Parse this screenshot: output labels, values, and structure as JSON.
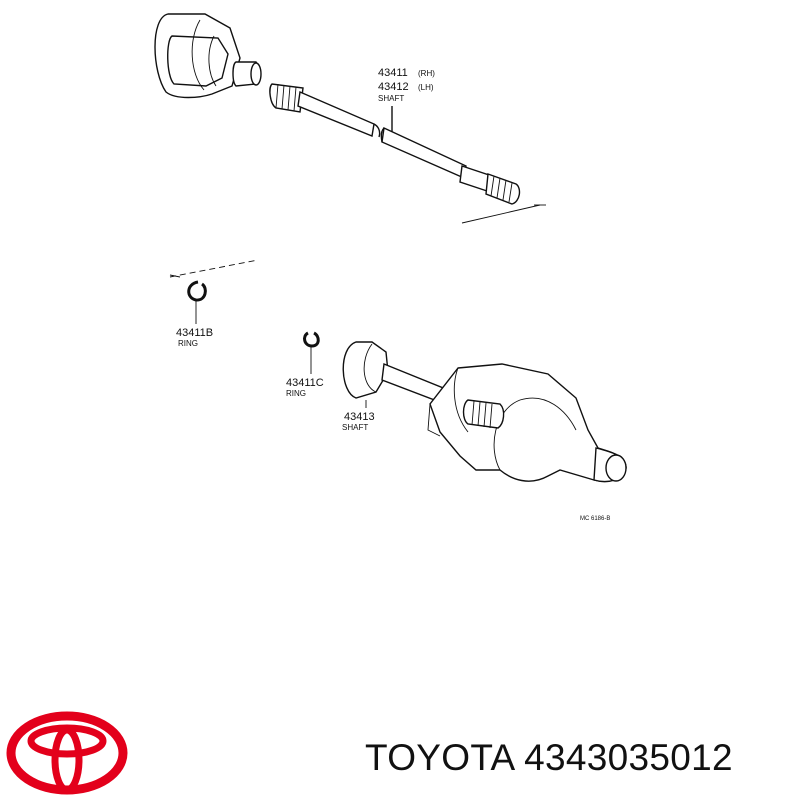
{
  "parts": {
    "shaft_upper": {
      "num_rh": "43411",
      "side_rh": "(RH)",
      "num_lh": "43412",
      "side_lh": "(LH)",
      "name": "SHAFT"
    },
    "ring_b": {
      "num": "43411B",
      "name": "RING"
    },
    "ring_c": {
      "num": "43411C",
      "name": "RING"
    },
    "shaft_lower": {
      "num": "43413",
      "name": "SHAFT"
    }
  },
  "diagram_code": "MC 6186-B",
  "brand": {
    "name": "TOYOTA",
    "part_number": "4343035012",
    "logo_color": "#e3001b"
  }
}
